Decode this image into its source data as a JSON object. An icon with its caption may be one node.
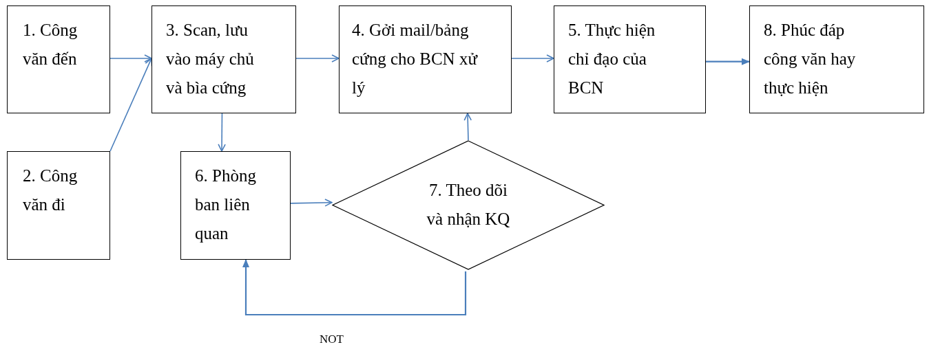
{
  "diagram": {
    "nodes": [
      {
        "text": [
          "1. Công văn đến"
        ]
      },
      {
        "text": [
          "2. Công văn đi"
        ]
      },
      {
        "text": [
          "3. Scan, lưu vào máy chủ và bìa cứng"
        ]
      },
      {
        "text": [
          "4. Gởi mail/bảng cứng cho BCN xử lý"
        ]
      },
      {
        "text": [
          "5. Thực hiện chỉ đạo của BCN"
        ]
      },
      {
        "text": [
          "8. Phúc đáp công văn hay thực hiện"
        ]
      },
      {
        "text": [
          "6. Phòng ban liên quan"
        ]
      },
      {
        "text": [
          "7. Theo dõi và nhận KQ"
        ]
      }
    ],
    "edges": [
      {
        "from": 0,
        "to": 2,
        "arrow": "to"
      },
      {
        "from": 1,
        "to": 2,
        "arrow": "to"
      },
      {
        "from": 2,
        "to": 3,
        "arrow": "to"
      },
      {
        "from": 3,
        "to": 4,
        "arrow": "to"
      },
      {
        "from": 4,
        "to": 5,
        "arrow": "to"
      },
      {
        "from": 2,
        "to": 6,
        "arrow": "to"
      },
      {
        "from": 6,
        "to": 7,
        "arrow": "to"
      },
      {
        "from": 7,
        "to": 3,
        "arrow": "to"
      },
      {
        "from": 7,
        "to": 6,
        "arrow": "to",
        "label": "NOT"
      }
    ]
  }
}
